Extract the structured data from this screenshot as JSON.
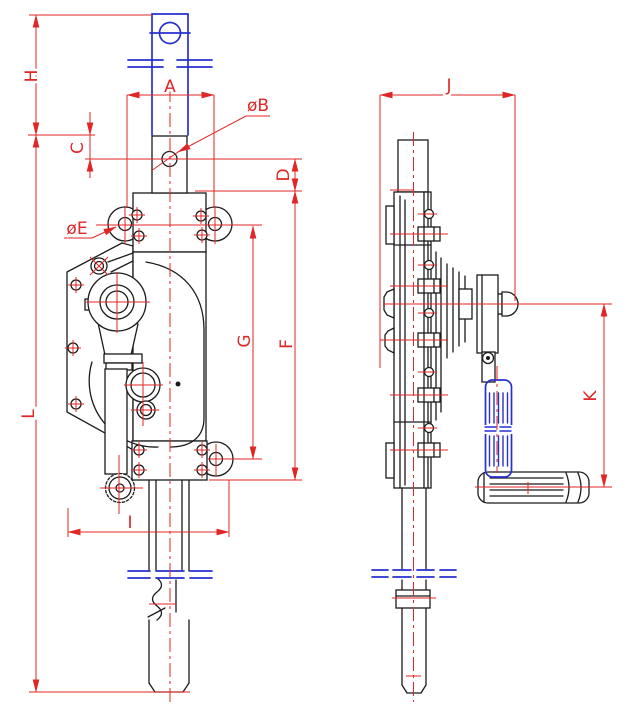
{
  "drawing": {
    "dimension_labels": {
      "A": "A",
      "B": "øB",
      "C": "C",
      "D": "D",
      "E": "øE",
      "F": "F",
      "G": "G",
      "H": "H",
      "I": "I",
      "J": "J",
      "K": "K",
      "L": "L"
    },
    "colors": {
      "dimension_red": "#e02626",
      "outline_black": "#1b1b1b",
      "accent_blue": "#2730cf",
      "background": "#ffffff"
    }
  }
}
